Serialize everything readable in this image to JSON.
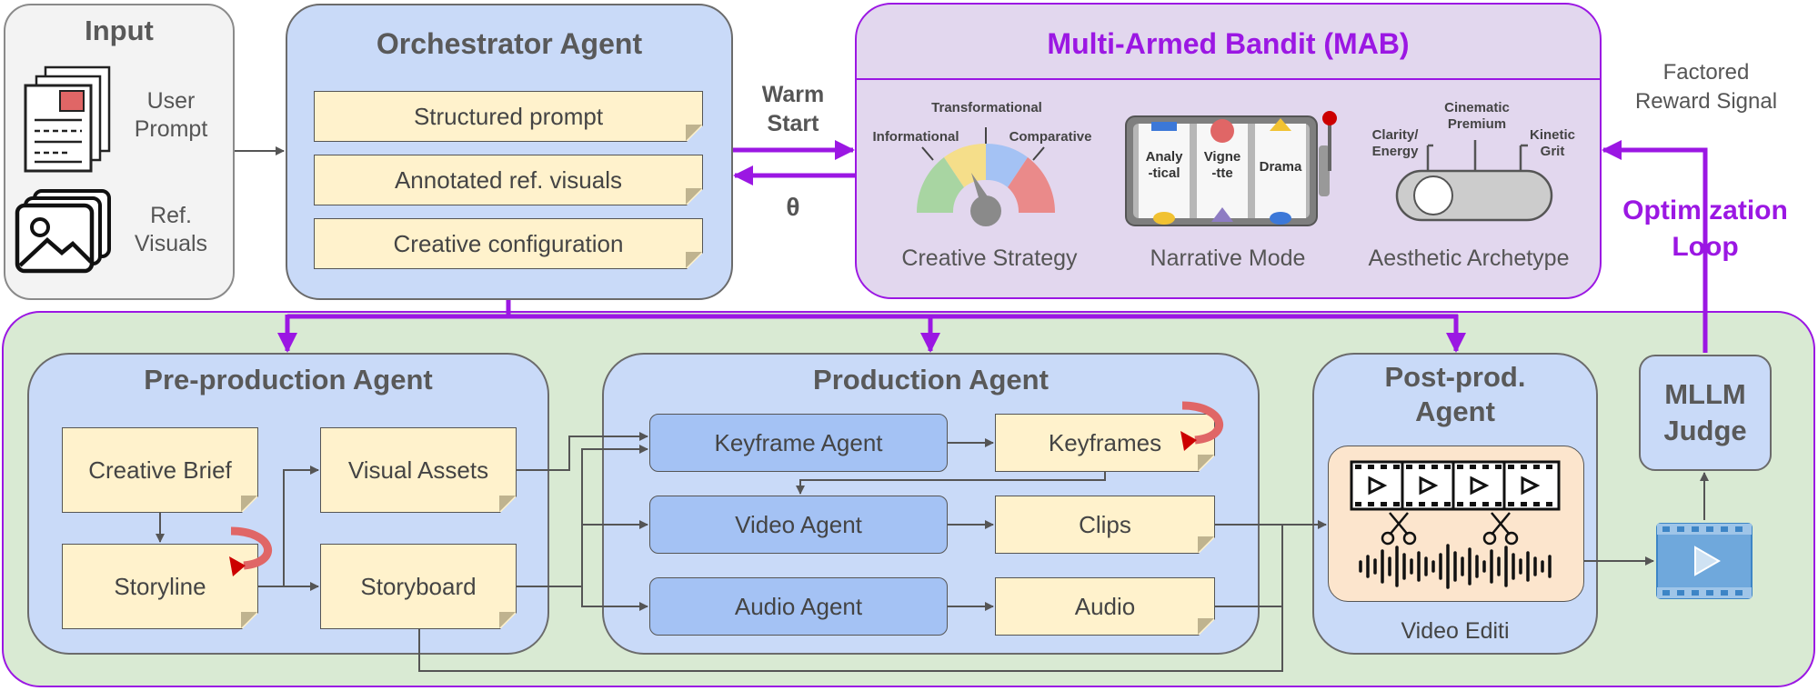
{
  "input": {
    "title": "Input",
    "user_prompt_l1": "User",
    "user_prompt_l2": "Prompt",
    "ref_visuals_l1": "Ref.",
    "ref_visuals_l2": "Visuals"
  },
  "orchestrator": {
    "title": "Orchestrator Agent",
    "items": [
      "Structured prompt",
      "Annotated ref. visuals",
      "Creative configuration"
    ]
  },
  "links": {
    "warm_l1": "Warm",
    "warm_l2": "Start",
    "theta": "θ",
    "reward_l1": "Factored",
    "reward_l2": "Reward Signal",
    "loop_l1": "Optimization",
    "loop_l2": "Loop"
  },
  "mab": {
    "title": "Multi-Armed Bandit (MAB)",
    "strategy": {
      "caption": "Creative Strategy",
      "labels": [
        "Transformational",
        "Informational",
        "Comparative"
      ]
    },
    "narrative": {
      "caption": "Narrative Mode",
      "reels": [
        "Analy\n-tical",
        "Vigne\n-tte",
        "Drama"
      ]
    },
    "aesthetic": {
      "caption": "Aesthetic Archetype",
      "labels": [
        "Clarity/\nEnergy",
        "Cinematic\nPremium",
        "Kinetic\nGrit"
      ]
    }
  },
  "pre": {
    "title": "Pre-production Agent",
    "creative_brief": "Creative Brief",
    "storyline": "Storyline",
    "visual_assets": "Visual Assets",
    "storyboard": "Storyboard"
  },
  "prod": {
    "title": "Production Agent",
    "keyframe_agent": "Keyframe Agent",
    "video_agent": "Video Agent",
    "audio_agent": "Audio Agent",
    "keyframes": "Keyframes",
    "clips": "Clips",
    "audio": "Audio"
  },
  "post": {
    "title_l1": "Post-prod.",
    "title_l2": "Agent",
    "caption": "Video Editi"
  },
  "judge": {
    "title_l1": "MLLM",
    "title_l2": "Judge"
  },
  "colors": {
    "accent": "#9b17e3",
    "blue_panel": "#c9daf8",
    "agent_blue": "#a4c2f4",
    "note_yellow": "#fff2cc",
    "green_bg": "#d9ead3",
    "mab_bg": "#e2d7ee"
  }
}
